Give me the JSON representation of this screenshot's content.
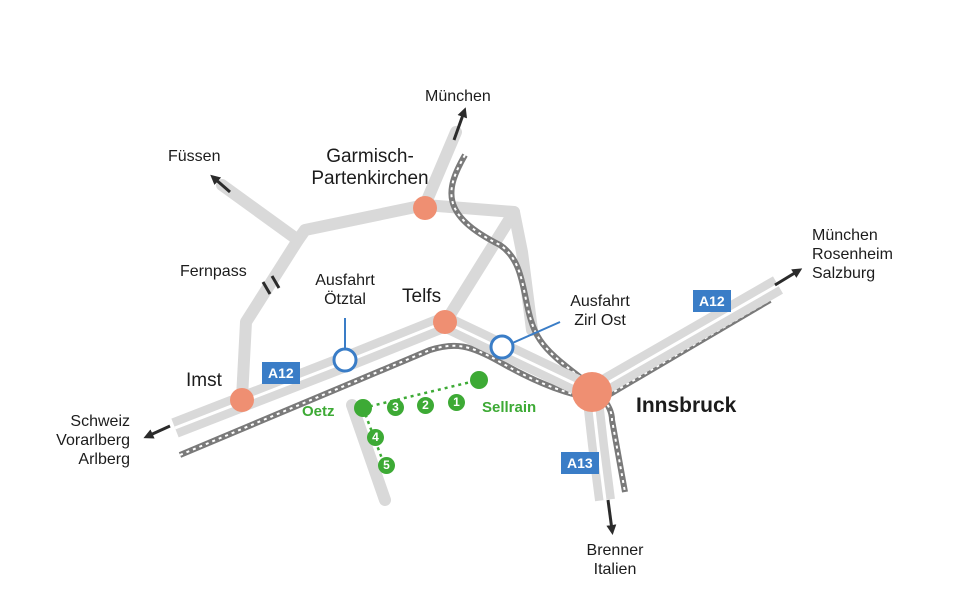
{
  "places": {
    "muenchen_north": "München",
    "fuessen": "Füssen",
    "garmisch_line1": "Garmisch-",
    "garmisch_line2": "Partenkirchen",
    "fernpass": "Fernpass",
    "ausfahrt_oetztal_line1": "Ausfahrt",
    "ausfahrt_oetztal_line2": "Ötztal",
    "telfs": "Telfs",
    "ausfahrt_zirl_line1": "Ausfahrt",
    "ausfahrt_zirl_line2": "Zirl Ost",
    "muenchen_east": "München",
    "rosenheim": "Rosenheim",
    "salzburg": "Salzburg",
    "imst": "Imst",
    "schweiz": "Schweiz",
    "vorarlberg": "Vorarlberg",
    "arlberg": "Arlberg",
    "innsbruck": "Innsbruck",
    "brenner": "Brenner",
    "italien": "Italien",
    "oetz": "Oetz",
    "sellrain": "Sellrain"
  },
  "highways": {
    "a12_west": "A12",
    "a12_east": "A12",
    "a13": "A13"
  },
  "stops": [
    "1",
    "2",
    "3",
    "4",
    "5"
  ],
  "colors": {
    "road": "#d9d9d9",
    "highway": "#d9d9d9",
    "railway": "#7a7a7a",
    "city": "#ef8f72",
    "exit_ring": "#3a7dc7",
    "route_green": "#3daa35",
    "shield": "#3a7dc7",
    "arrow": "#2b2b2b"
  }
}
